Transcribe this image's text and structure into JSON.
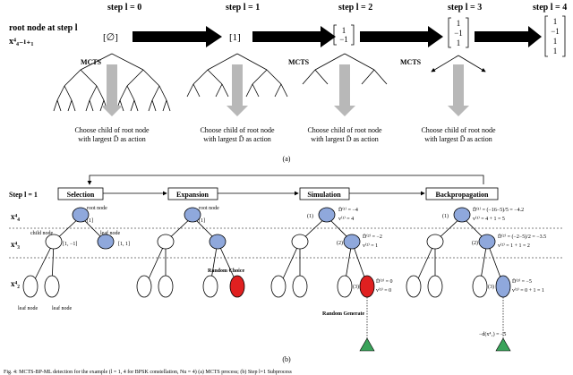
{
  "colors": {
    "node_blue": "#8fa8dc",
    "node_red": "#e02020",
    "leaf_green": "#3aa35a",
    "gray_arrow": "#b8b8b8",
    "black": "#000000"
  },
  "part_a": {
    "steps": [
      "step l = 0",
      "step l = 1",
      "step l = 2",
      "step l = 3",
      "step l = 4"
    ],
    "root_label_line1": "root node at step l",
    "root_label_line2": "x⁴₄₋ₗ₊₁",
    "vectors": [
      {
        "entries": [
          "[∅]"
        ]
      },
      {
        "entries": [
          "[1]"
        ]
      },
      {
        "entries": [
          "1",
          "−1"
        ]
      },
      {
        "entries": [
          "1",
          "−1",
          "1"
        ]
      },
      {
        "entries": [
          "1",
          "−1",
          "1",
          "1"
        ]
      }
    ],
    "mcts_label": "MCTS",
    "choose_line1": "Choose child of root node",
    "choose_line2": "with largest D̄ as action",
    "caption": "(a)"
  },
  "part_b": {
    "step_label": "Step l = 1",
    "phases": [
      "Selection",
      "Expansion",
      "Simulation",
      "Backpropagation"
    ],
    "row_labels": [
      "x⁴₄",
      "x⁴₃",
      "x⁴₂"
    ],
    "root_node_label": "root node",
    "child_node_label": "child node",
    "leaf_node_label": "leaf node",
    "leaf_node_label2": "leaf node",
    "root_value": "[1]",
    "level2_vectors": [
      "[1, −1]",
      "[1, 1]"
    ],
    "random_choice": "Random Choice",
    "random_generate": "Random Generate",
    "sim_stats": [
      {
        "tag": "(1)",
        "line1": "D̄⁽¹⁾ = −4",
        "line2": "v⁽¹⁾ = 4"
      },
      {
        "tag": "(2)",
        "line1": "D̄⁽²⁾ = −2",
        "line2": "v⁽²⁾ = 1"
      },
      {
        "tag": "(3)",
        "line1": "D̄⁽³⁾ = 0",
        "line2": "v⁽³⁾ = 0"
      }
    ],
    "bp_stats": [
      {
        "tag": "(1)",
        "line1": "D̄⁽¹⁾ = (−16−5)/5 = −4.2",
        "line2": "v⁽¹⁾ = 4 + 1 = 5"
      },
      {
        "tag": "(2)",
        "line1": "D̄⁽²⁾ = (−2−5)/2 = −3.5",
        "line2": "v⁽²⁾ = 1 + 1 = 2"
      },
      {
        "tag": "(3)",
        "line1": "D̄⁽³⁾ = −5",
        "line2": "v⁽³⁾ = 0 + 1 = 1"
      }
    ],
    "leaf_reward": "−d(x⁴₁) = −5",
    "caption": "(b)"
  },
  "bottom_text": "Fig. 4: MCTS-BP-ML detection for the example (l = 1, 4 for BPSK constellation, Nu = 4) (a) MCTS process; (b) Step l=1 Subprocess"
}
